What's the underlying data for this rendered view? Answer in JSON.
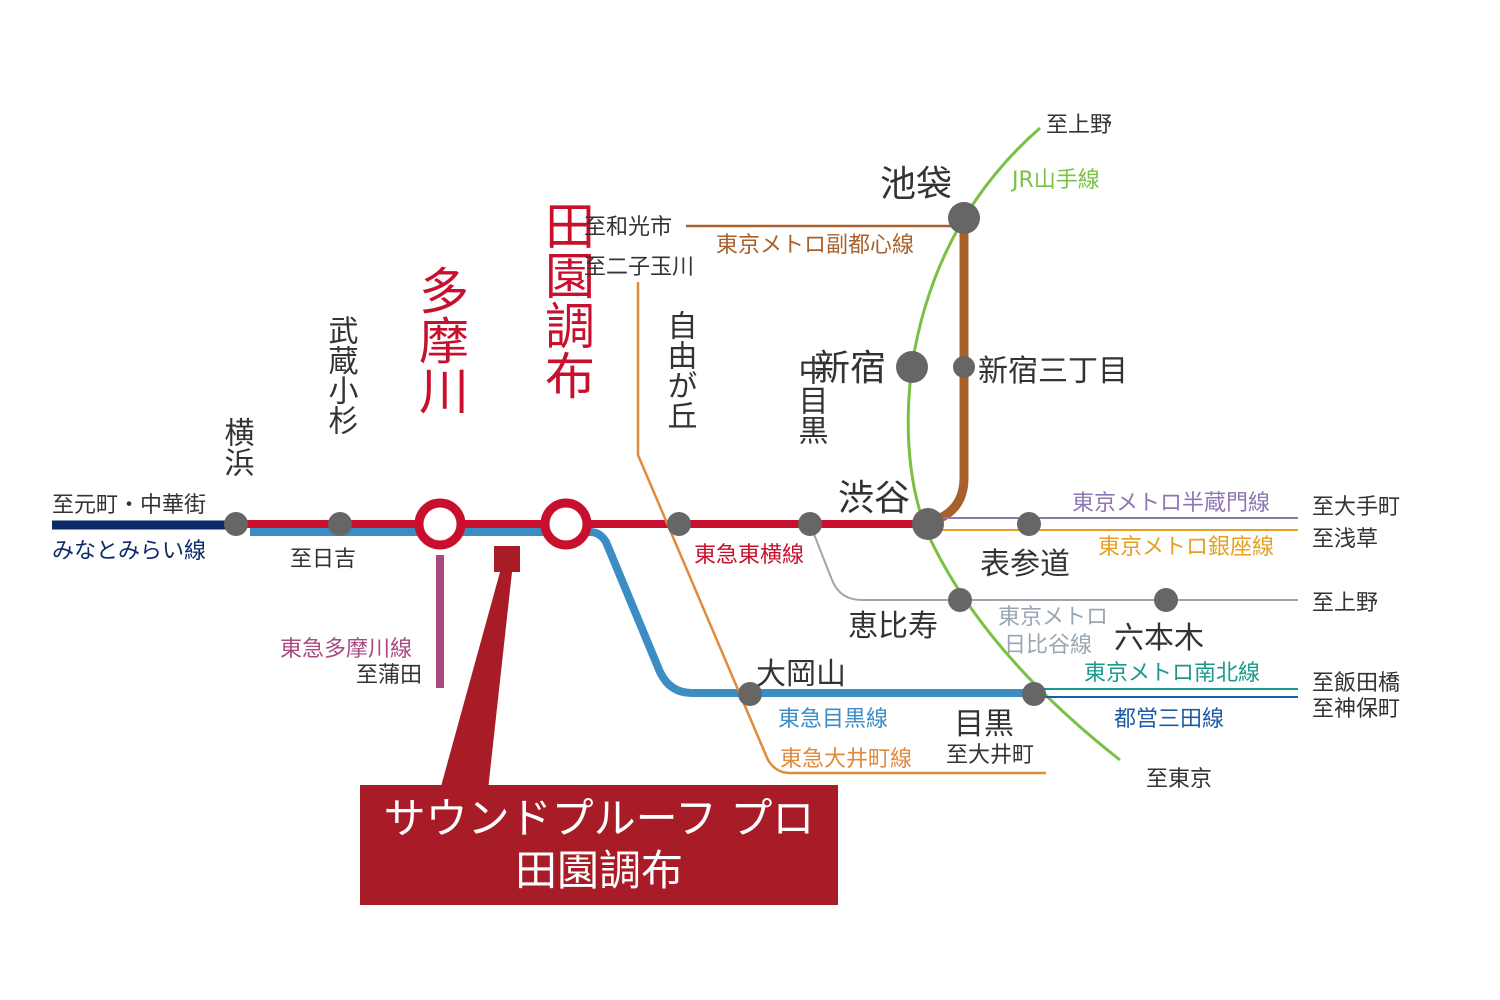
{
  "colors": {
    "toyoko": "#c8102e",
    "meguro": "#3d8dc5",
    "minatomirai": "#0e2a6b",
    "tamagawa": "#a8497f",
    "oimachi": "#e08a3c",
    "fukutoshin": "#a8612d",
    "yamanote": "#7ac143",
    "hanzomon": "#8f76b3",
    "ginza": "#e5a020",
    "hibiya": "#9aa7b2",
    "namboku": "#1a9a8c",
    "mita": "#1e5aa8",
    "station": "#666666",
    "callout": "#a81c27"
  },
  "stations": {
    "yokohama": "横浜",
    "musashikosugi": "武蔵小杉",
    "tamagawa": "多摩川",
    "denenchofu": "田園調布",
    "jiyugaoka": "自由が丘",
    "nakameguro": "中目黒",
    "shibuya": "渋谷",
    "omotesando": "表参道",
    "ebisu": "恵比寿",
    "roppongi": "六本木",
    "ookayama": "大岡山",
    "meguro": "目黒",
    "shinjuku": "新宿",
    "shinjuku_sanchome": "新宿三丁目",
    "ikebukuro": "池袋"
  },
  "directions": {
    "motomachi": "至元町・中華街",
    "hiyoshi": "至日吉",
    "kamata": "至蒲田",
    "wakoshi": "至和光市",
    "futakotamagawa": "至二子玉川",
    "ueno_jr": "至上野",
    "otemachi": "至大手町",
    "asakusa": "至浅草",
    "ueno_hibiya": "至上野",
    "iidabashi": "至飯田橋",
    "jimbocho": "至神保町",
    "oimachi": "至大井町",
    "tokyo": "至東京"
  },
  "lines": {
    "minatomirai": "みなとみらい線",
    "tamagawa": "東急多摩川線",
    "toyoko": "東急東横線",
    "fukutoshin": "東京メトロ副都心線",
    "yamanote": "JR山手線",
    "hanzomon": "東京メトロ半蔵門線",
    "ginza": "東京メトロ銀座線",
    "hibiya_1": "東京メトロ",
    "hibiya_2": "日比谷線",
    "namboku": "東京メトロ南北線",
    "mita": "都営三田線",
    "meguro": "東急目黒線",
    "oimachi": "東急大井町線"
  },
  "callout": {
    "line1": "サウンドプルーフ プロ",
    "line2": "田園調布"
  }
}
